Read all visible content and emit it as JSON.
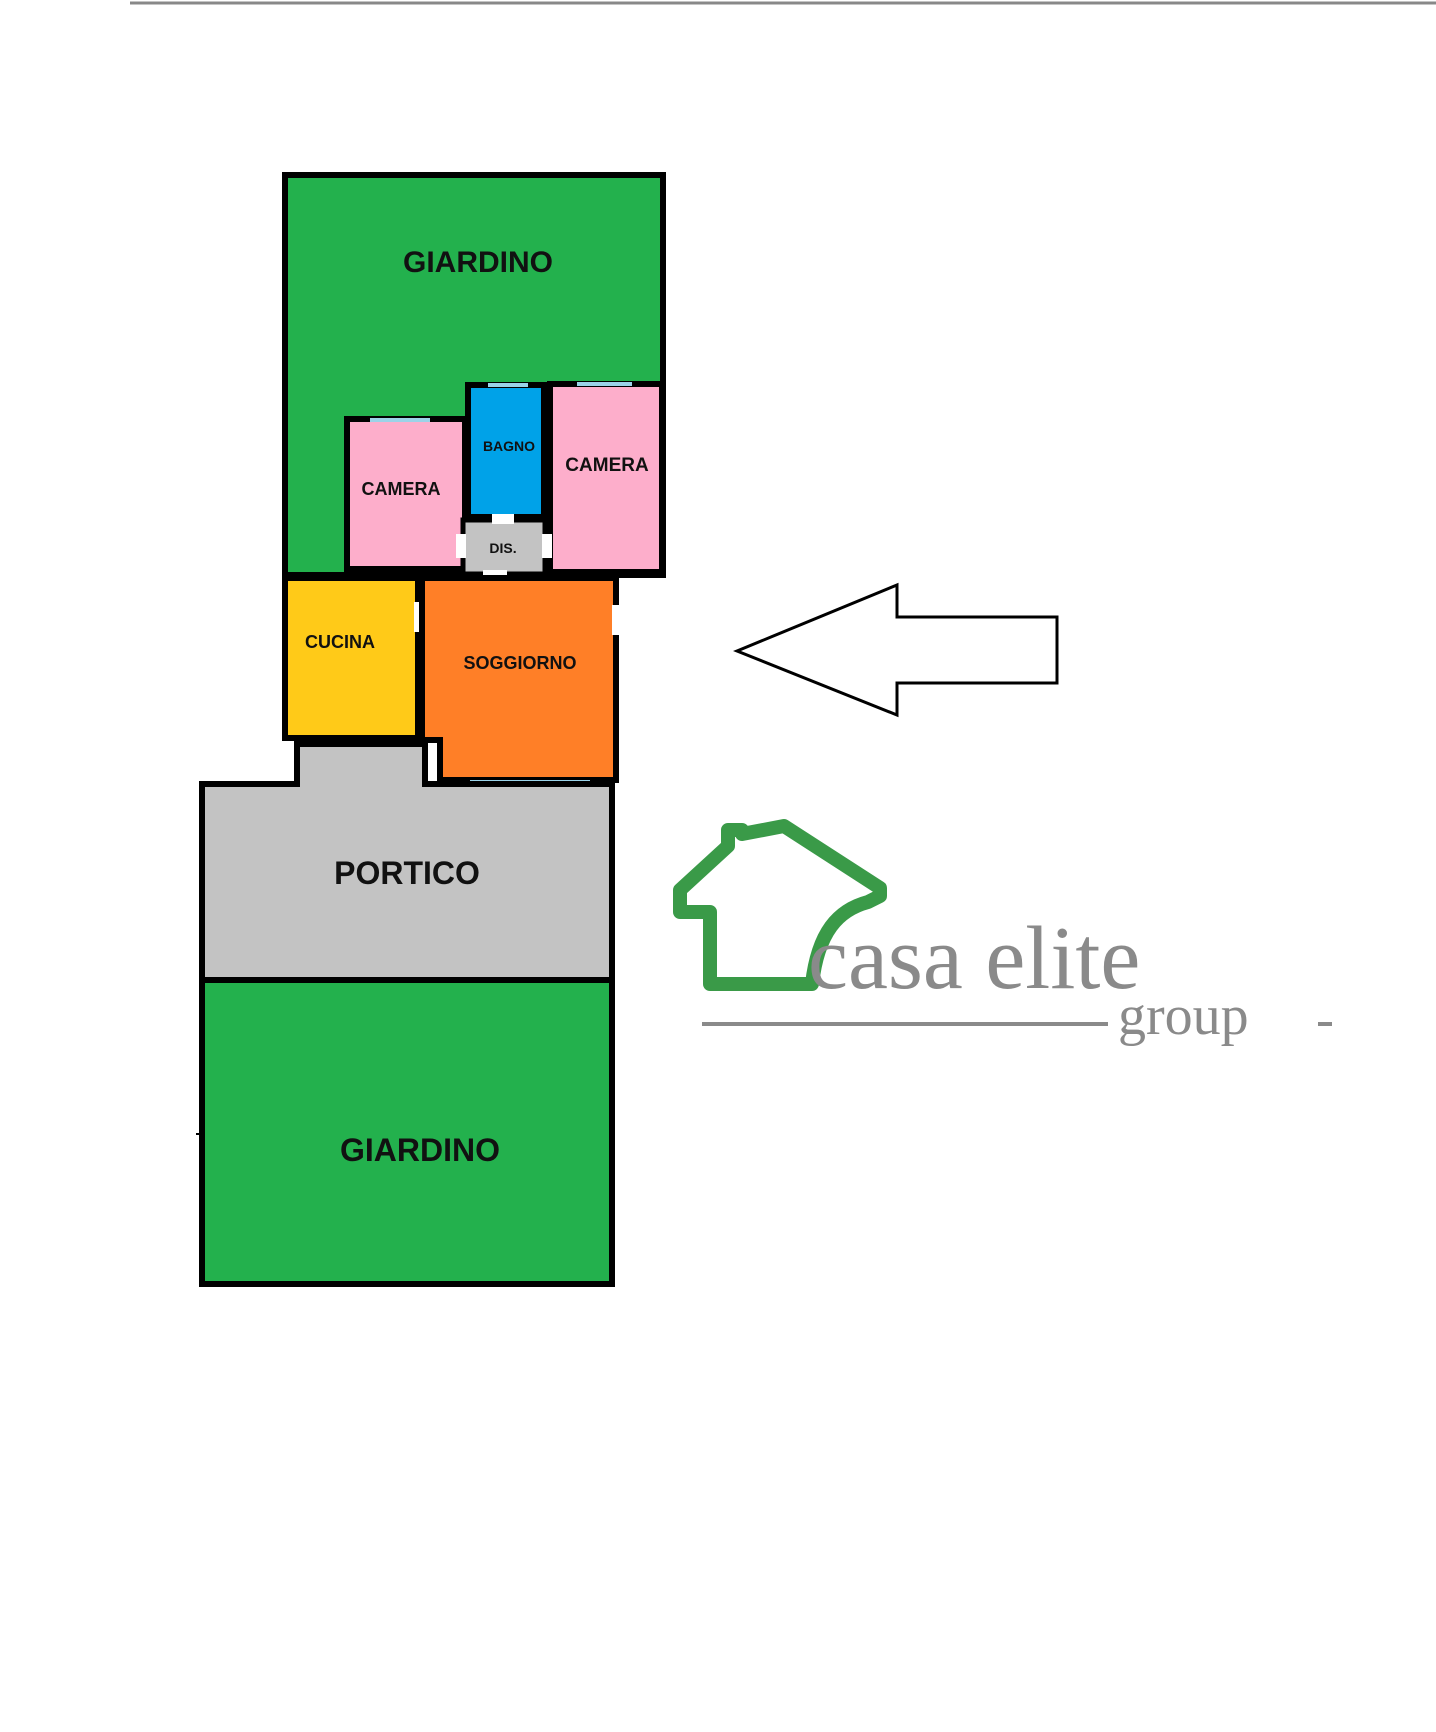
{
  "floorplan": {
    "rooms": {
      "giardino_north": "GIARDINO",
      "camera_left": "CAMERA",
      "bagno": "BAGNO",
      "camera_right": "CAMERA",
      "disimpegno": "DIS.",
      "cucina": "CUCINA",
      "soggiorno": "SOGGIORNO",
      "portico": "PORTICO",
      "giardino_south": "GIARDINO"
    },
    "colors": {
      "garden": "#23b14d",
      "bedroom": "#fdaecb",
      "bathroom": "#00a2e8",
      "hall": "#c3c3c3",
      "kitchen": "#ffca18",
      "living": "#ff7f27",
      "portico": "#c3c3c3",
      "wall": "#000000",
      "window": "#9bd3e8"
    }
  },
  "logo": {
    "brand_main": "casa elite",
    "brand_sub": "group",
    "icon": "house-outline-icon",
    "colors": {
      "icon_green": "#3a9a48",
      "text_gray": "#8a8a8a"
    }
  },
  "direction_arrow": {
    "icon": "left-arrow-icon"
  }
}
